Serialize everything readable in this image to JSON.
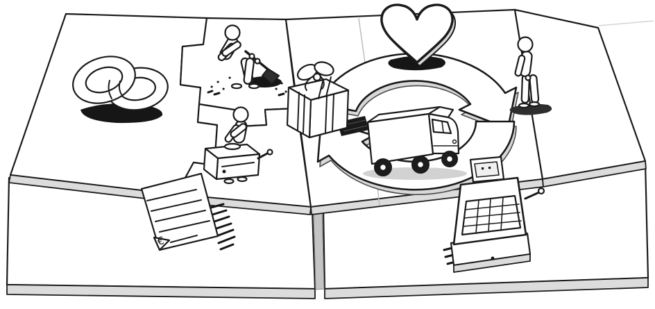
{
  "illustration": {
    "name": "business-model-canvas-sketch",
    "style": "hand-drawn black ink on white paper",
    "blocks": [
      {
        "id": "key-partners",
        "icon": "interlocked-rings-icon"
      },
      {
        "id": "key-activities",
        "icon": "digging-person-icon"
      },
      {
        "id": "key-resources",
        "icon": "worker-with-machine-icon"
      },
      {
        "id": "value-proposition",
        "icon": "gift-box-icon"
      },
      {
        "id": "customer-relationships",
        "icon": "heart-icon"
      },
      {
        "id": "channels",
        "icon": "delivery-truck-icon"
      },
      {
        "id": "customer-segments",
        "icon": "standing-person-icon"
      },
      {
        "id": "cost-structure",
        "icon": "invoice-note-icon"
      },
      {
        "id": "revenue-streams",
        "icon": "cash-register-icon"
      },
      {
        "id": "center-cycle",
        "icon": "circular-arrows-icon"
      }
    ]
  },
  "colors": {
    "ink": "#1a1a1a",
    "paper": "#ffffff",
    "plate_side": "#dcdcdc",
    "shadow": "#141414",
    "soft_gray": "#d8d8d8"
  },
  "invoice": {
    "currency_symbol": "€"
  }
}
